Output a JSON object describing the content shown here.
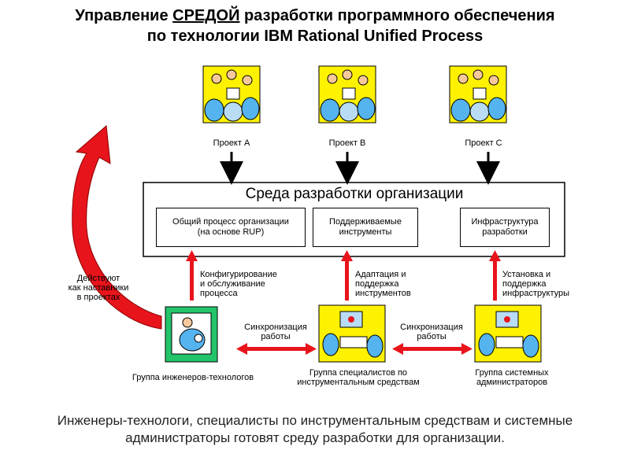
{
  "title": {
    "line1_prefix": "Управление",
    "line1_emph": "СРЕДОЙ",
    "line1_suffix": "разработки программного обеспечения",
    "line2": "по технологии IBM Rational Unified Process"
  },
  "projects": [
    {
      "label": "Проект А"
    },
    {
      "label": "Проект В"
    },
    {
      "label": "Проект С"
    }
  ],
  "environment": {
    "title": "Среда разработки организации",
    "boxes": [
      {
        "line1": "Общий процесс организации",
        "line2": "(на основе RUP)"
      },
      {
        "line1": "Поддерживаемые",
        "line2": "инструменты"
      },
      {
        "line1": "Инфраструктура",
        "line2": "разработки"
      }
    ]
  },
  "support_labels": [
    {
      "line1": "Конфигурирование",
      "line2": "и обслуживание",
      "line3": "процесса"
    },
    {
      "line1": "Адаптация и",
      "line2": "поддержка",
      "line3": "инструментов"
    },
    {
      "line1": "Установка и",
      "line2": "поддержка",
      "line3": "инфраструктуры"
    }
  ],
  "mentor_label": {
    "line1": "Действуют",
    "line2": "как наставники",
    "line3": "в проектах"
  },
  "sync_labels": [
    {
      "line1": "Синхронизация",
      "line2": "работы"
    },
    {
      "line1": "Синхронизация",
      "line2": "работы"
    }
  ],
  "groups": [
    {
      "line1": "Группа инженеров-технологов",
      "line2": ""
    },
    {
      "line1": "Группа специалистов по",
      "line2": "инструментальным средствам"
    },
    {
      "line1": "Группа системных",
      "line2": "администраторов"
    }
  ],
  "footer": {
    "line1": "Инженеры-технологи, специалисты по инструментальным средствам и системные",
    "line2": "администраторы готовят среду разработки для организации."
  },
  "colors": {
    "arrow_red": "#e8141c",
    "clip_yellow": "#fff200",
    "clip_green": "#23c46a",
    "clip_blue": "#55b4f0"
  }
}
